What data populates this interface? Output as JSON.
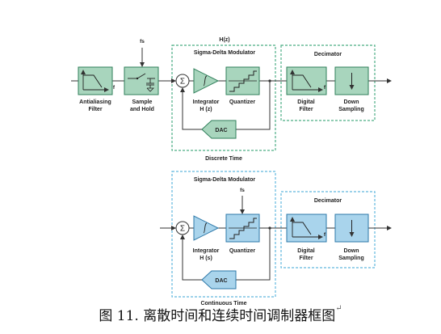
{
  "top": {
    "fs_label": "fs",
    "hz_label": "H(z)",
    "modulator_title": "Sigma-Delta Modulator",
    "decimator_title": "Decimator",
    "antialias_label": [
      "Antialiasing",
      "Filter"
    ],
    "sample_hold_label": [
      "Sample",
      "and Hold"
    ],
    "integrator_label": [
      "Integrator",
      "H (z)"
    ],
    "quantizer_label": "Quantizer",
    "digital_filter_label": [
      "Digital",
      "Filter"
    ],
    "down_sampling_label": [
      "Down",
      "Sampling"
    ],
    "dac_label": "DAC",
    "domain_label": "Discrete Time",
    "sum_symbol": "Σ",
    "filter_axis_label": "f"
  },
  "bottom": {
    "fs_label": "fs",
    "modulator_title": "Sigma-Delta Modulator",
    "decimator_title": "Decimator",
    "integrator_label": [
      "Integrator",
      "H (s)"
    ],
    "quantizer_label": "Quantizer",
    "digital_filter_label": [
      "Digital",
      "Filter"
    ],
    "down_sampling_label": [
      "Down",
      "Sampling"
    ],
    "dac_label": "DAC",
    "domain_label": "Continuous Time",
    "sum_symbol": "Σ",
    "filter_axis_label": "f"
  },
  "caption": "图 11. 离散时间和连续时间调制器框图",
  "caption_mark": "↵",
  "colors": {
    "green_fill": "#a8d5bd",
    "green_border": "#2f7f5a",
    "green_dash": "#4cae85",
    "blue_fill": "#a9d4ec",
    "blue_border": "#2d78a8",
    "blue_dash": "#62b8de",
    "line": "#333333"
  }
}
